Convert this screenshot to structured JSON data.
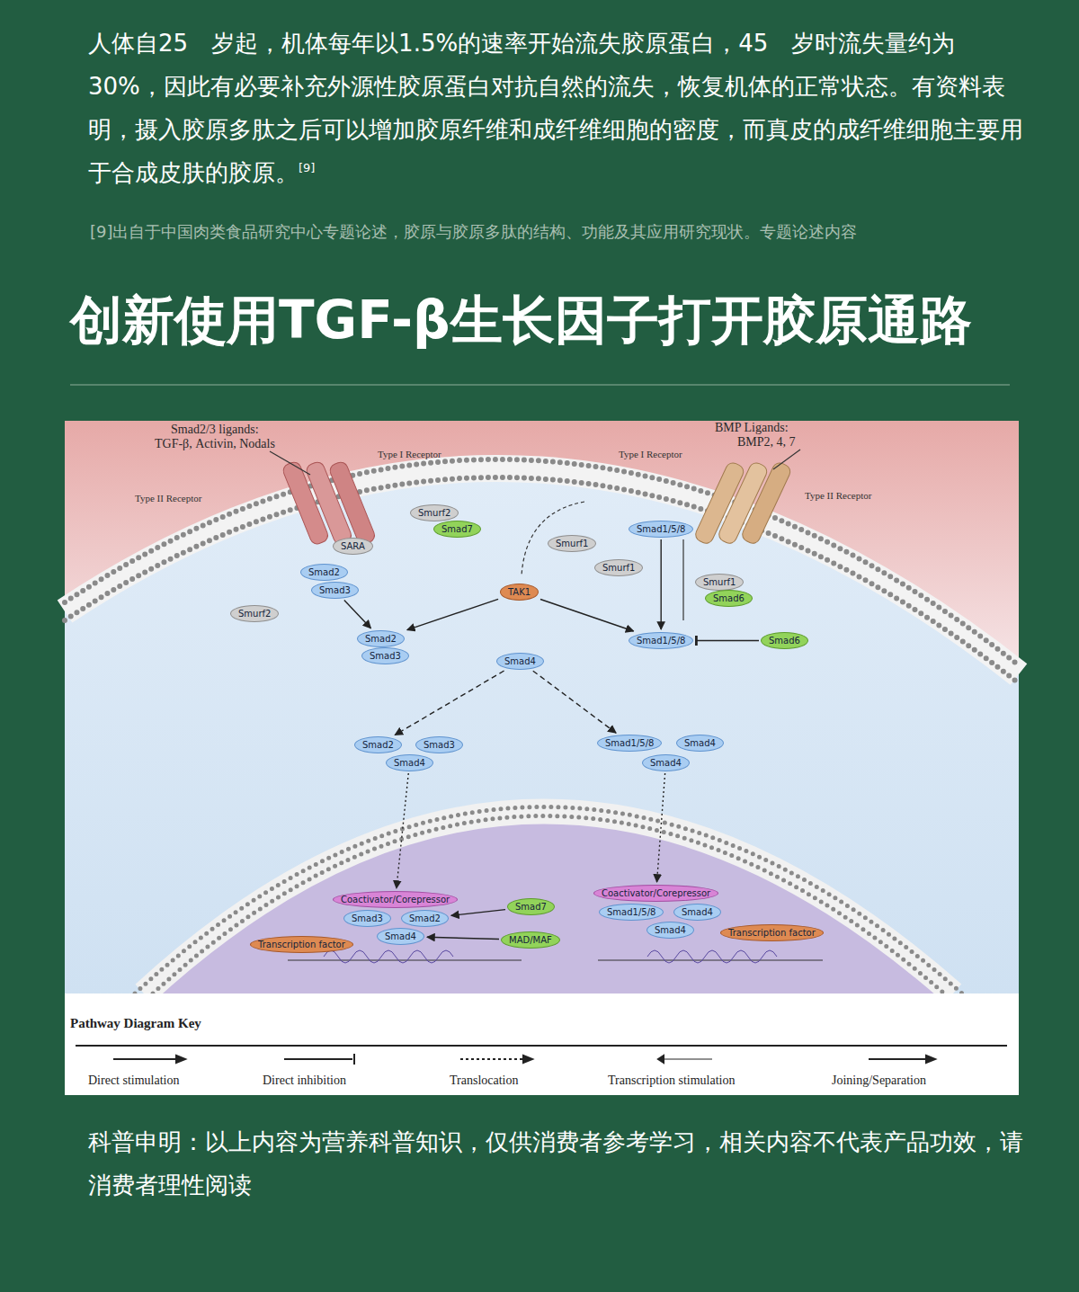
{
  "diagram": {
    "title": "创新使用TGF-β生长因子打开胶原通路",
    "nodes": [
      {
        "text": [
          "Smurf2"
        ]
      },
      {
        "text": [
          "Smad7"
        ]
      },
      {
        "text": [
          "SARA"
        ]
      },
      {
        "text": [
          "Smad2"
        ]
      },
      {
        "text": [
          "Smad3"
        ]
      },
      {
        "text": [
          "Smurf2"
        ]
      },
      {
        "text": [
          "Smurf1"
        ]
      },
      {
        "text": [
          "Smurf1"
        ]
      },
      {
        "text": [
          "Smad1/5/8"
        ]
      },
      {
        "text": [
          "Smurf1"
        ]
      },
      {
        "text": [
          "Smad6"
        ]
      },
      {
        "text": [
          "TAK1"
        ]
      },
      {
        "text": [
          "Smad2"
        ]
      },
      {
        "text": [
          "Smad3"
        ]
      },
      {
        "text": [
          "Smad1/5/8"
        ]
      },
      {
        "text": [
          "Smad6"
        ]
      },
      {
        "text": [
          "Smad4"
        ]
      },
      {
        "text": [
          "Smad2"
        ]
      },
      {
        "text": [
          "Smad3"
        ]
      },
      {
        "text": [
          "Smad4"
        ]
      },
      {
        "text": [
          "Smad1/5/8"
        ]
      },
      {
        "text": [
          "Smad4"
        ]
      },
      {
        "text": [
          "Smad4"
        ]
      },
      {
        "text": [
          "Coactivator/Corepressor"
        ]
      },
      {
        "text": [
          "Smad3"
        ]
      },
      {
        "text": [
          "Smad2"
        ]
      },
      {
        "text": [
          "Smad4"
        ]
      },
      {
        "text": [
          "Transcription factor"
        ]
      },
      {
        "text": [
          "Smad7"
        ]
      },
      {
        "text": [
          "MAD/MAF"
        ]
      },
      {
        "text": [
          "Coactivator/Corepressor"
        ]
      },
      {
        "text": [
          "Smad1/5/8"
        ]
      },
      {
        "text": [
          "Smad4"
        ]
      },
      {
        "text": [
          "Smad4"
        ]
      },
      {
        "text": [
          "Transcription factor"
        ]
      }
    ],
    "edges": [
      {
        "from": 4,
        "to": 12,
        "arrow": "to"
      },
      {
        "from": 11,
        "to": 12,
        "arrow": "to"
      },
      {
        "from": 11,
        "to": 14,
        "arrow": "to"
      },
      {
        "from": 8,
        "to": 14,
        "arrow": "to"
      },
      {
        "from": 15,
        "to": 14,
        "arrow": "to"
      },
      {
        "from": 16,
        "to": 17,
        "arrow": "to"
      },
      {
        "from": 16,
        "to": 20,
        "arrow": "to"
      },
      {
        "from": 19,
        "to": 23,
        "arrow": "to"
      },
      {
        "from": 22,
        "to": 30,
        "arrow": "to"
      },
      {
        "from": 28,
        "to": 25,
        "arrow": "to"
      },
      {
        "from": 29,
        "to": 26,
        "arrow": "to"
      }
    ],
    "labels": [
      "人体自25　岁起，机体每年以1.5%的速率开始流失胶原蛋白，45　岁时流失量约为30%，因此有必要补充外源性胶原蛋白对抗自然的流失，恢复机体的正常状态。有资料表明，摄入胶原多肽之后可以增加胶原纤维和成纤维细胞的密度，而真皮的成纤维细胞主要用于合成皮肤的胶原。",
      "[9]",
      "[9]出自于中国肉类食品研究中心专题论述，胶原与胶原多肽的结构、功能及其应用研究现状。专题论述内容",
      "Smad2/3 ligands:",
      "TGF-β, Activin, Nodals",
      "BMP Ligands:",
      "BMP2, 4, 7",
      "Type II Receptor",
      "Type I Receptor",
      "Type I Receptor",
      "Type II Receptor",
      "Pathway Diagram Key",
      "科普申明：以上内容为营养科普知识，仅供消费者参考学习，相关内容不代表产品功效，请消费者理性阅读"
    ],
    "legend": [
      {
        "text": "Direct stimulation"
      },
      {
        "text": "Direct inhibition"
      },
      {
        "text": "Translocation"
      },
      {
        "text": "Transcription stimulation"
      },
      {
        "text": "Joining/Separation"
      }
    ]
  }
}
